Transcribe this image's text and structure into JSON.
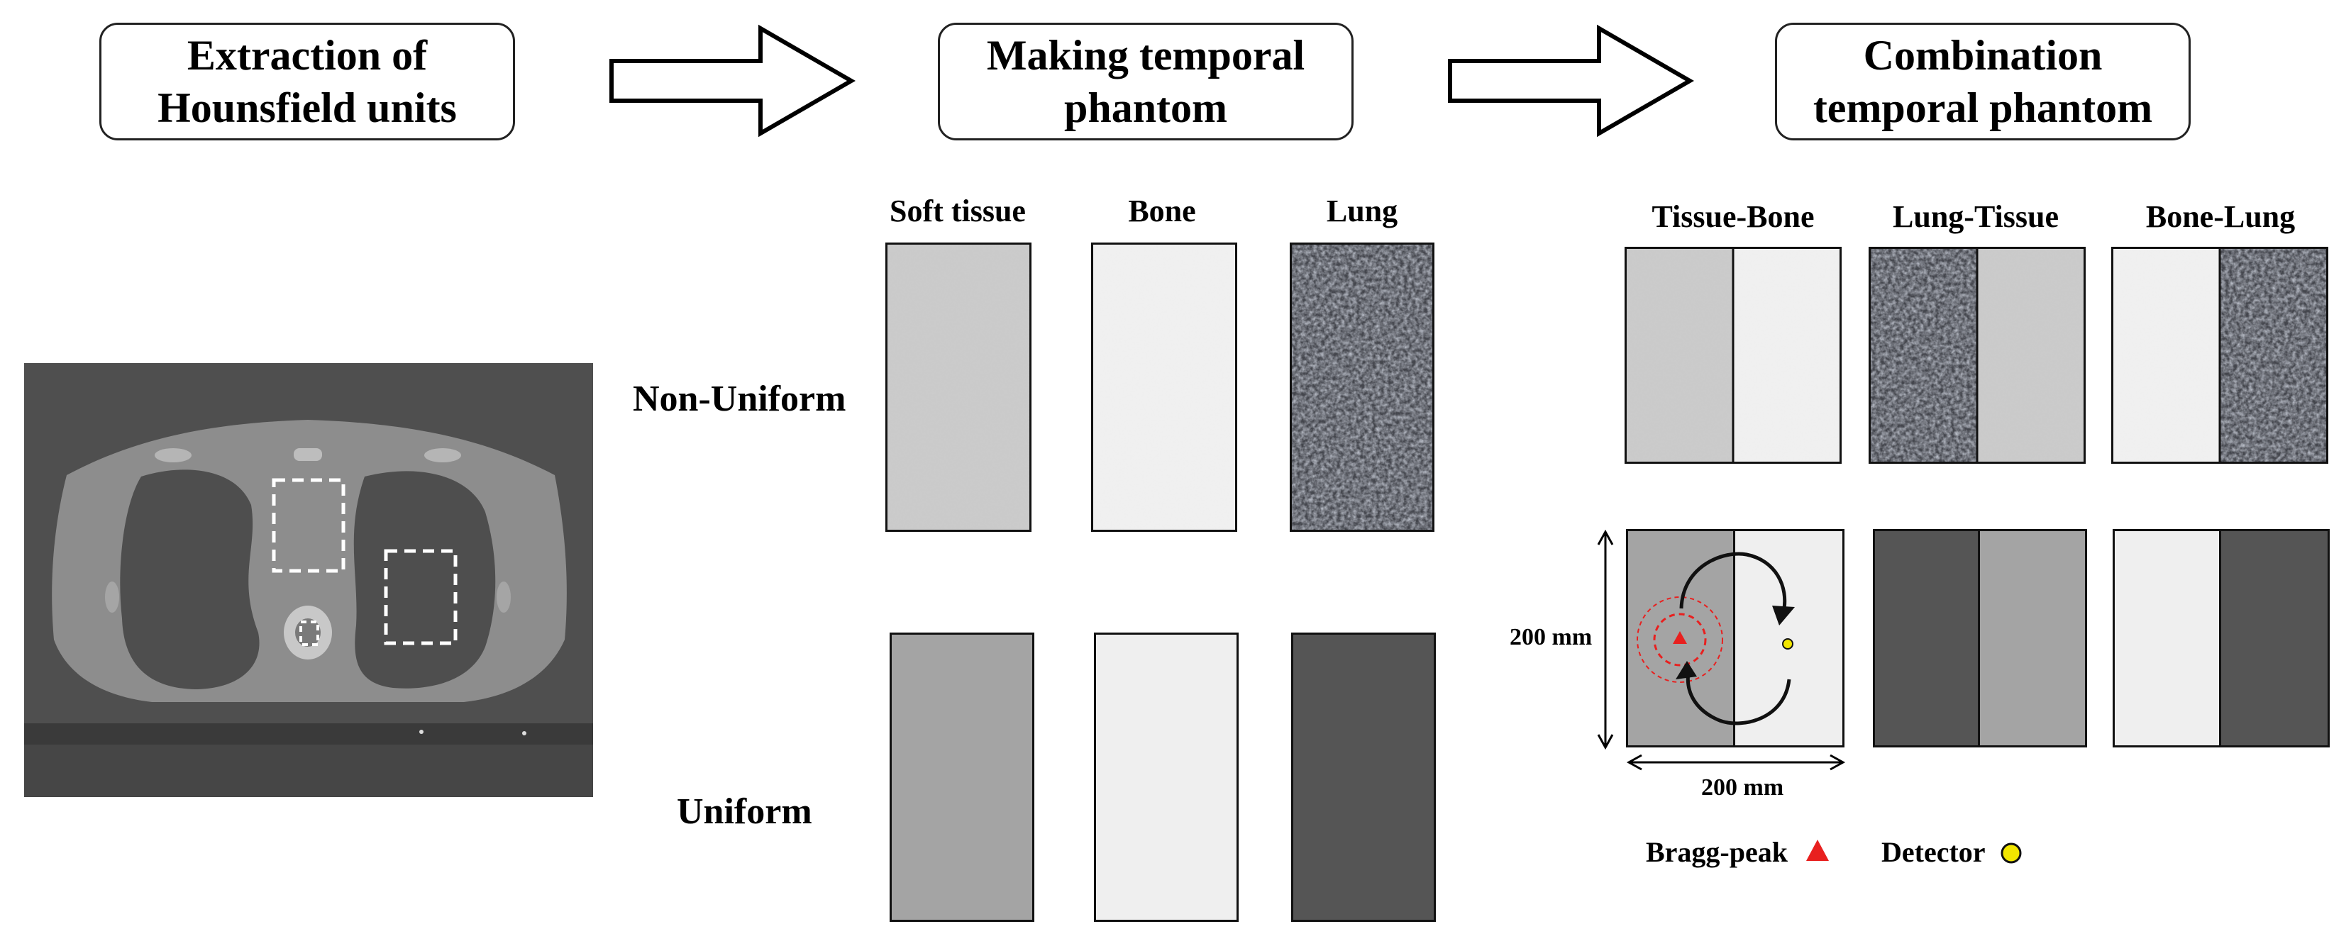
{
  "stages": [
    "Extraction of\nHounsfield units",
    "Making temporal\nphantom",
    "Combination\ntemporal phantom"
  ],
  "making": {
    "columns": [
      "Soft tissue",
      "Bone",
      "Lung"
    ],
    "rows": [
      "Non-Uniform",
      "Uniform"
    ]
  },
  "combination": {
    "columns": [
      "Tissue-Bone",
      "Lung-Tissue",
      "Bone-Lung"
    ],
    "dim_vertical": "200 mm",
    "dim_horizontal": "200 mm"
  },
  "legend": {
    "bragg_peak": "Bragg-peak",
    "detector": "Detector"
  },
  "colors": {
    "soft_tissue": "#a4a4a4",
    "bone": "#efefef",
    "lung": "#555555",
    "bragg_peak": "#e8201f",
    "detector": "#f2e600",
    "ct_background": "#4f4f4f"
  }
}
